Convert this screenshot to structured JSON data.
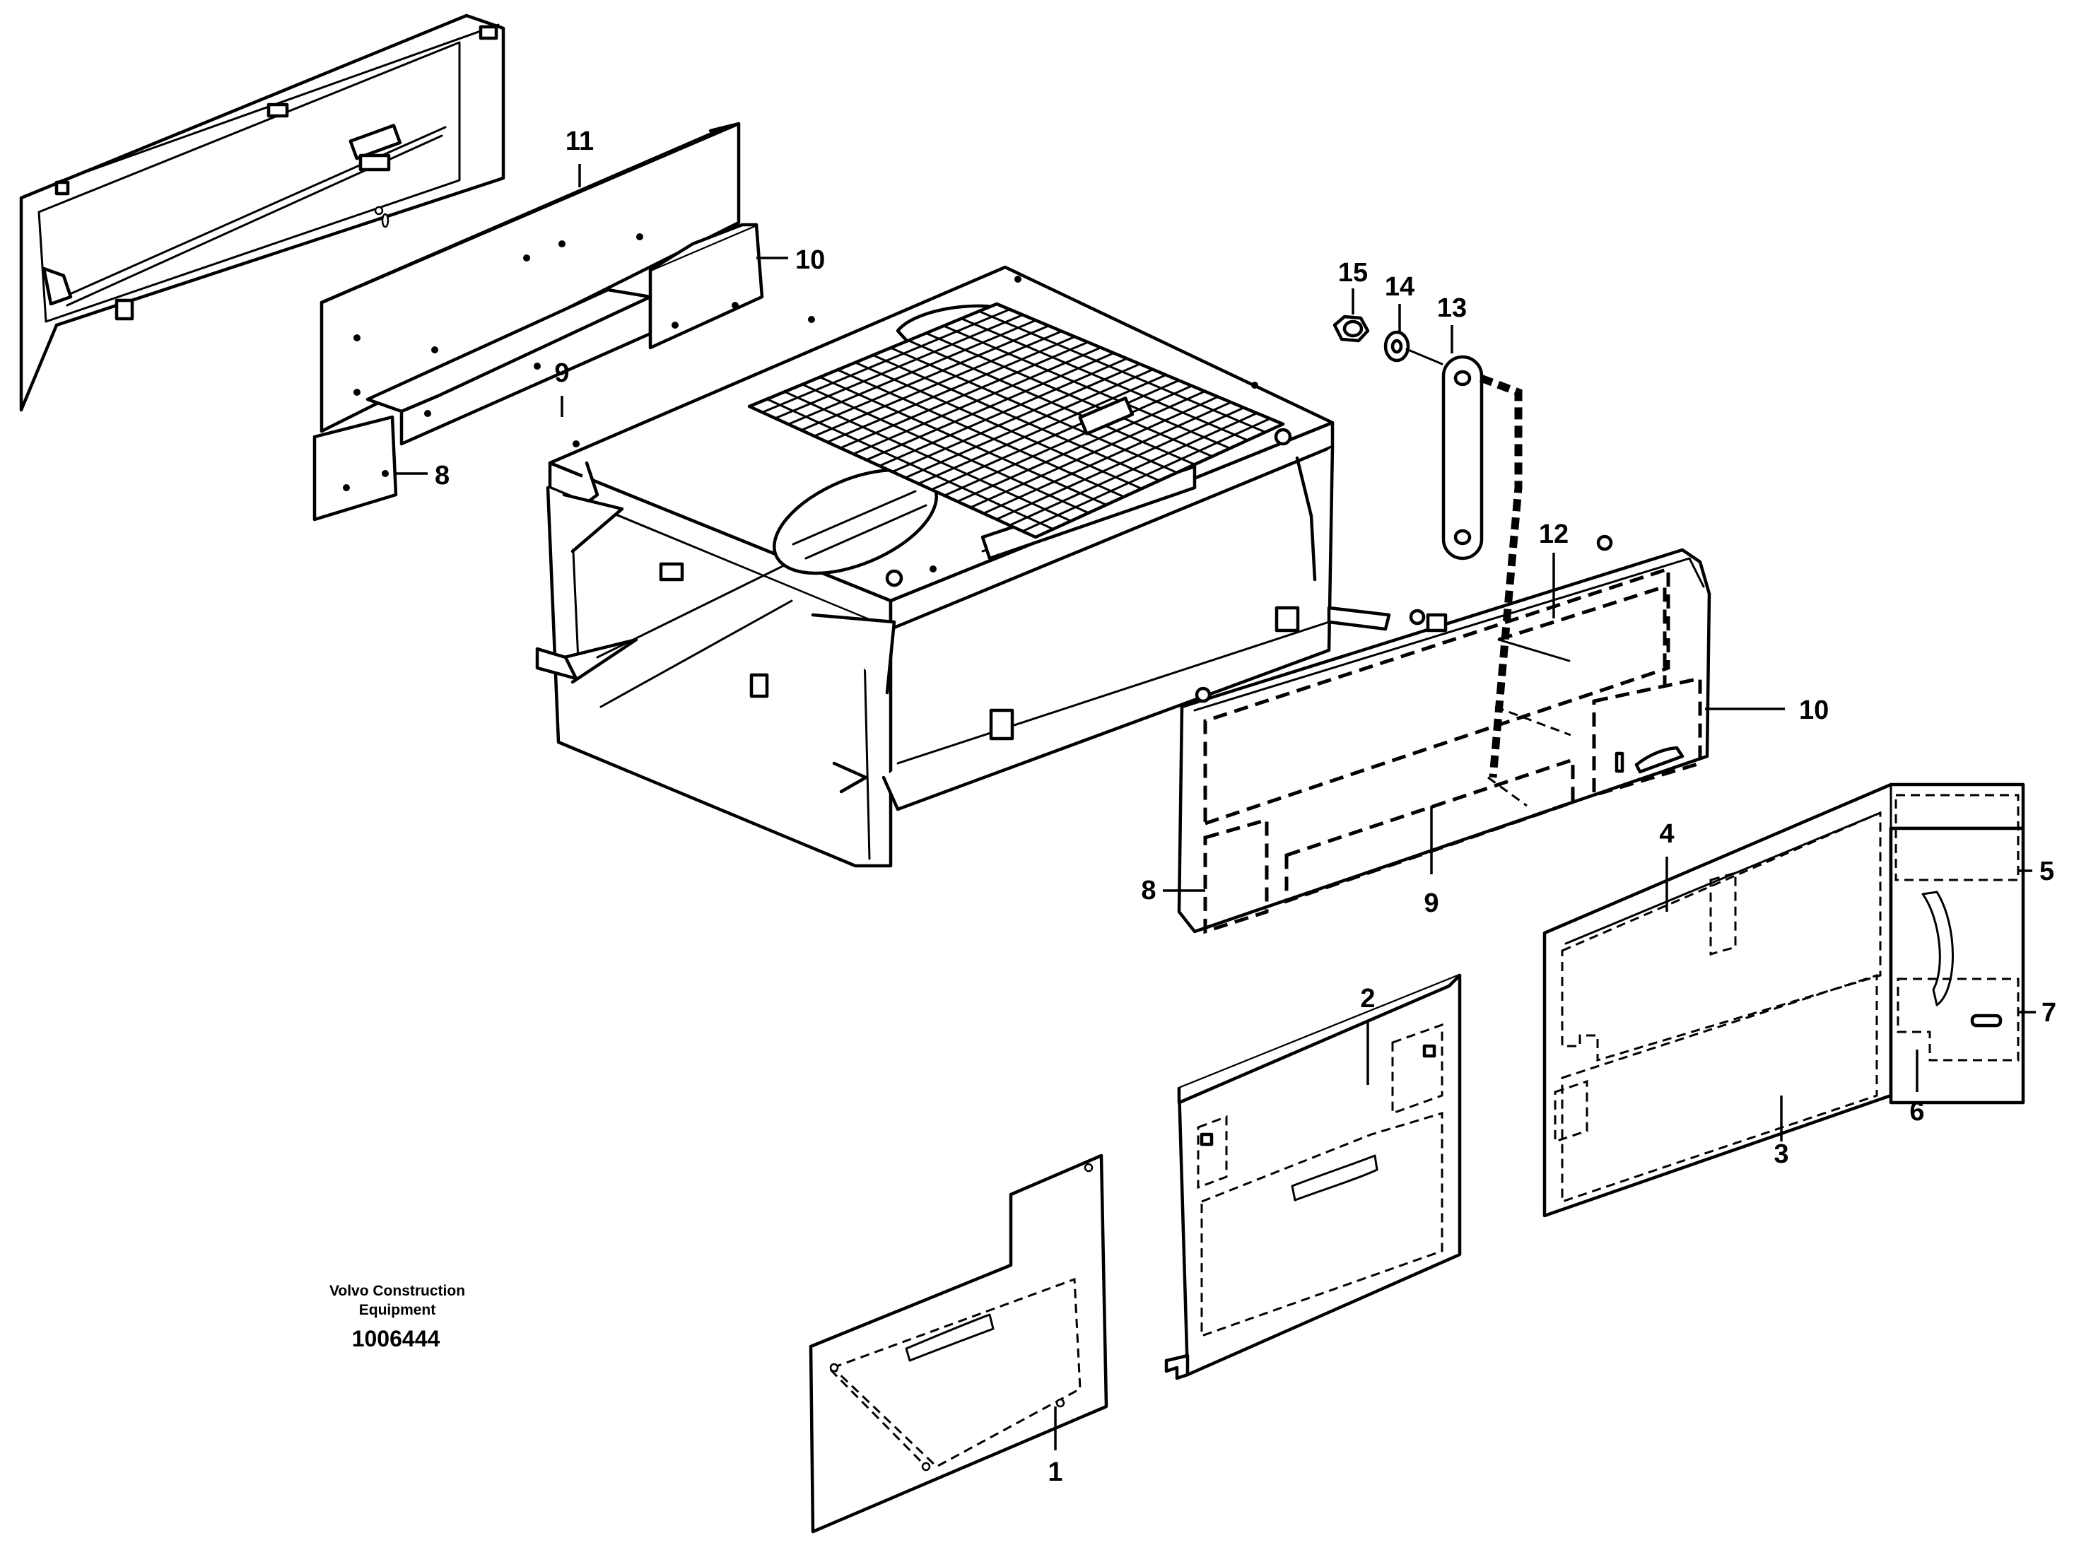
{
  "figure": {
    "caption_line1": "Volvo Construction",
    "caption_line2": "Equipment",
    "figure_number": "1006444"
  },
  "callouts": {
    "c1": "1",
    "c2": "2",
    "c3": "3",
    "c4": "4",
    "c5": "5",
    "c6": "6",
    "c7": "7",
    "c8a": "8",
    "c8b": "8",
    "c9a": "9",
    "c9b": "9",
    "c10a": "10",
    "c10b": "10",
    "c11": "11",
    "c12": "12",
    "c13": "13",
    "c14": "14",
    "c15": "15"
  }
}
